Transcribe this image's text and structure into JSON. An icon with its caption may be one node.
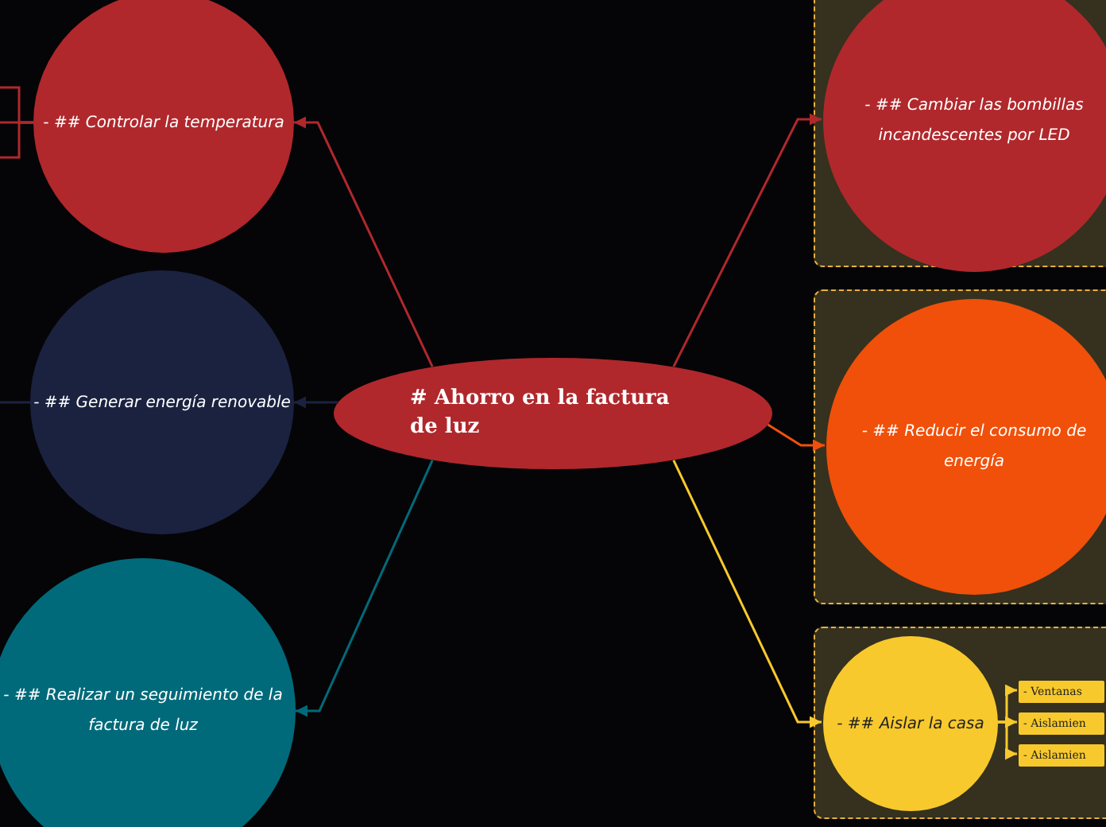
{
  "diagram": {
    "nodes": [
      {
        "text": [
          "# Ahorro en la factura de luz"
        ]
      },
      {
        "text": [
          "- ## Controlar la temperatura"
        ]
      },
      {
        "text": [
          "- ## Generar energía renovable"
        ]
      },
      {
        "text": [
          "- ## Realizar un seguimiento de la factura de luz"
        ]
      },
      {
        "text": [],
        "shape": "box"
      },
      {
        "text": [
          "- ## Cambiar las bombillas incandescentes por LED"
        ],
        "in": 4
      },
      {
        "text": [],
        "shape": "box"
      },
      {
        "text": [
          "- ## Reducir el consumo de energía"
        ],
        "in": 6
      },
      {
        "text": [],
        "shape": "box"
      },
      {
        "text": [
          "- ## Aislar la casa"
        ],
        "in": 8
      },
      {
        "text": [
          "- Ventanas"
        ],
        "in": 8
      },
      {
        "text": [
          "- Aislamien"
        ],
        "in": 8
      },
      {
        "text": [
          "- Aislamien"
        ],
        "in": 8
      }
    ],
    "edges": [
      {
        "from": 0,
        "to": 1,
        "arrow": "to",
        "color": "#b0282c"
      },
      {
        "from": 0,
        "to": 2,
        "arrow": "to",
        "color": "#1b2240"
      },
      {
        "from": 0,
        "to": 3,
        "arrow": "to",
        "color": "#006a7a"
      },
      {
        "from": 0,
        "to": 5,
        "arrow": "to",
        "color": "#b0282c"
      },
      {
        "from": 0,
        "to": 7,
        "arrow": "to",
        "color": "#f0500a"
      },
      {
        "from": 0,
        "to": 9,
        "arrow": "to",
        "color": "#f8c92c"
      },
      {
        "from": 9,
        "to": 10,
        "arrow": "to",
        "color": "#f8c92c"
      },
      {
        "from": 9,
        "to": 11,
        "arrow": "to",
        "color": "#f8c92c"
      },
      {
        "from": 9,
        "to": 12,
        "arrow": "to",
        "color": "#f8c92c"
      },
      {
        "from": 1,
        "to": null,
        "arrow": "none",
        "color": "#b0282c"
      },
      {
        "from": 1,
        "to": null,
        "arrow": "none",
        "color": "#b0282c"
      },
      {
        "from": 1,
        "to": null,
        "arrow": "none",
        "color": "#b0282c"
      },
      {
        "from": 2,
        "to": null,
        "arrow": "none",
        "color": "#1b2240"
      }
    ]
  }
}
